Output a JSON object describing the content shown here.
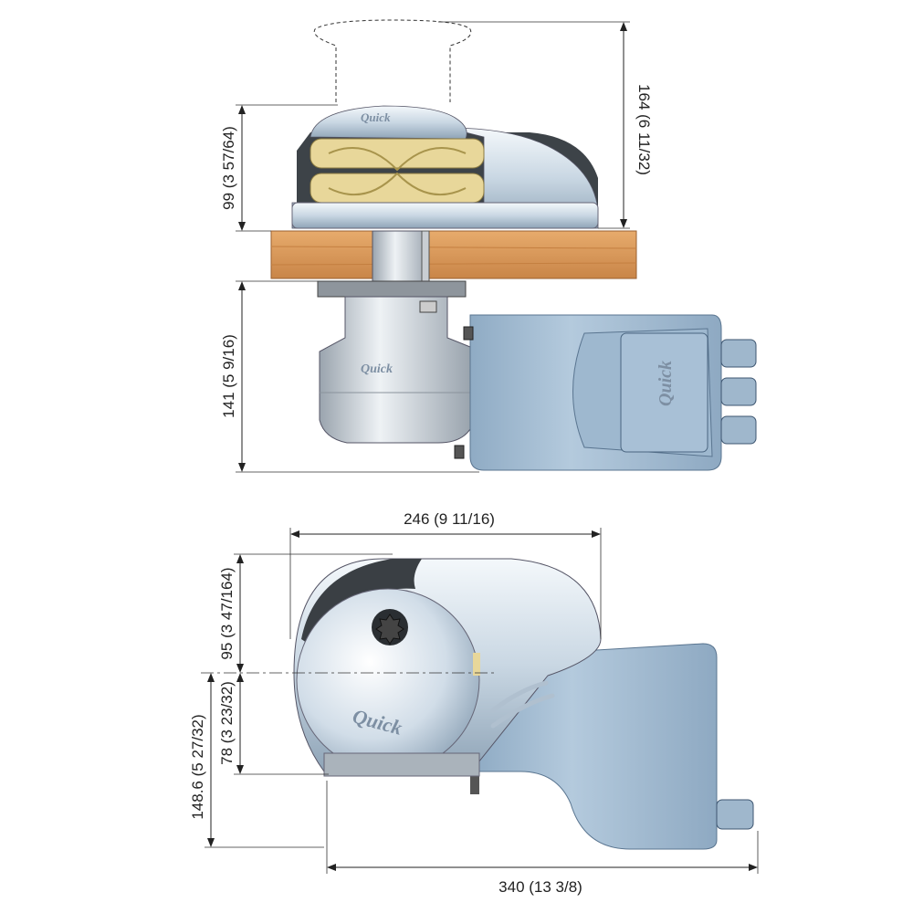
{
  "title": "Windlass dimensional drawing",
  "brand": "Quick",
  "colors": {
    "deck": "#d99a5e",
    "motor": "#a7c0d6",
    "chrome": "#dbe6ef",
    "gold": "#e9d9a0",
    "dark": "#3a3f44"
  },
  "dimensions": {
    "side_view": {
      "overall_height": "164 (6 11/32)",
      "above_deck": "99 (3 57/64)",
      "below_deck": "141 (5 9/16)"
    },
    "top_view": {
      "housing_length": "246 (9 11/16)",
      "front_to_axis": "95 (3 47/164)",
      "axis_to_rear": "78 (3 23/32)",
      "axis_to_motor_end": "148.6 (5 27/32)",
      "overall_length": "340 (13 3/8)"
    }
  }
}
